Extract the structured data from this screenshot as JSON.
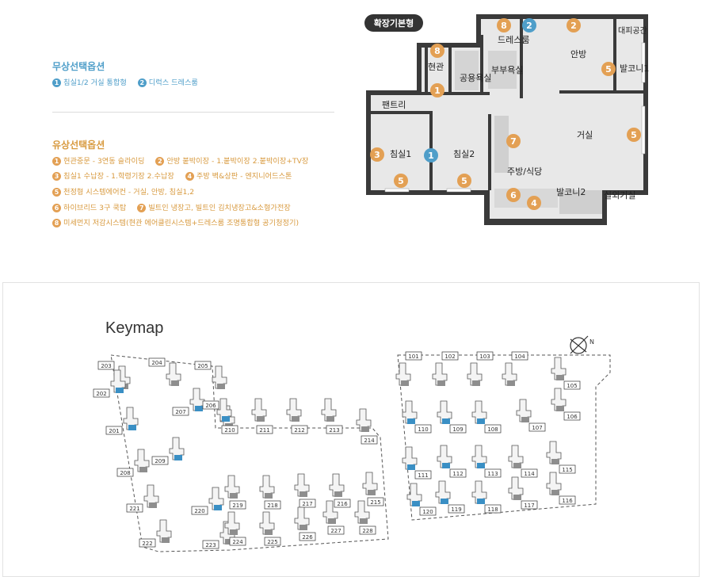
{
  "free_options": {
    "title": "무상선택옵션",
    "items": [
      {
        "num": "1",
        "text": "침실1/2 거실 통합형"
      },
      {
        "num": "2",
        "text": "디럭스 드레스룸"
      }
    ]
  },
  "paid_options": {
    "title": "유상선택옵션",
    "lines": [
      [
        {
          "num": "1",
          "text": "현관중문 - 3연동 슬라이딩"
        },
        {
          "num": "2",
          "text": "안방 붙박이장 - 1.붙박이장 2.붙박이장+TV장"
        }
      ],
      [
        {
          "num": "3",
          "text": "침실1 수납장 - 1.학령기장 2.수납장"
        },
        {
          "num": "4",
          "text": "주방 벽&상판 - 엔지니어드스톤"
        }
      ],
      [
        {
          "num": "5",
          "text": "천정형 시스템에어컨 - 거실, 안방, 침실1,2"
        }
      ],
      [
        {
          "num": "6",
          "text": "하이브리드 3구 쿡탑"
        },
        {
          "num": "7",
          "text": "빌트인 냉장고, 빌트인 김치냉장고&소형가전장"
        }
      ],
      [
        {
          "num": "8",
          "text": "미세먼지 저감시스템(현관 에어클린시스템+드레스룸 조명통합형 공기청정기)"
        }
      ]
    ]
  },
  "floor_plan": {
    "type_label": "확장기본형",
    "rooms": {
      "dressroom": "드레스룸",
      "evac": "대피공간",
      "master": "안방",
      "balcony1": "발코니1",
      "entrance": "현관",
      "common_bath": "공용욕실",
      "master_bath": "부부욕실",
      "pantry": "팬트리",
      "living": "거실",
      "bed1": "침실1",
      "bed2": "침실2",
      "kitchen": "주방/식당",
      "balcony2": "발코니2",
      "outdoor": "실외기실"
    },
    "badges": [
      "8",
      "2",
      "2",
      "8",
      "5",
      "1",
      "3",
      "1",
      "5",
      "7",
      "5",
      "5",
      "6",
      "4"
    ]
  },
  "keymap": {
    "title": "Keymap",
    "compass_icon": "north-compass-icon",
    "colors": {
      "highlight": "#3a8fc4",
      "building": "#8e8e8e"
    },
    "buildings_left": [
      "203",
      "204",
      "205",
      "202",
      "207",
      "206",
      "201",
      "209",
      "208",
      "221",
      "220",
      "222",
      "223"
    ],
    "buildings_mid": [
      "210",
      "211",
      "212",
      "213",
      "214",
      "219",
      "218",
      "217",
      "216",
      "215",
      "224",
      "225",
      "226",
      "227",
      "228"
    ],
    "buildings_right": [
      "101",
      "102",
      "103",
      "104",
      "105",
      "106",
      "110",
      "109",
      "108",
      "107",
      "111",
      "112",
      "113",
      "114",
      "115",
      "116",
      "120",
      "119",
      "118",
      "117"
    ]
  }
}
